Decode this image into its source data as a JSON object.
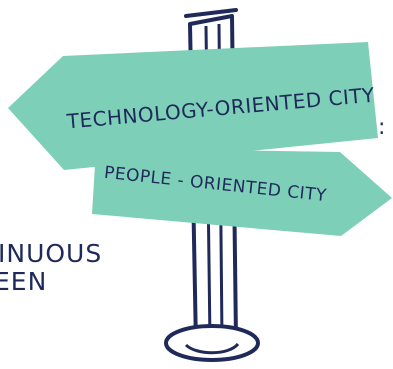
{
  "signpost": {
    "upper_sign_label": "TECHNOLOGY-ORIENTED CITY",
    "lower_sign_label": "PEOPLE - ORIENTED CITY"
  },
  "side_caption": {
    "line1": "INUOUS",
    "line2": "EEN"
  },
  "edge_mark": ":",
  "colors": {
    "sign_fill": "#7ecfb7",
    "ink": "#1f2a5a",
    "background": "#ffffff"
  }
}
